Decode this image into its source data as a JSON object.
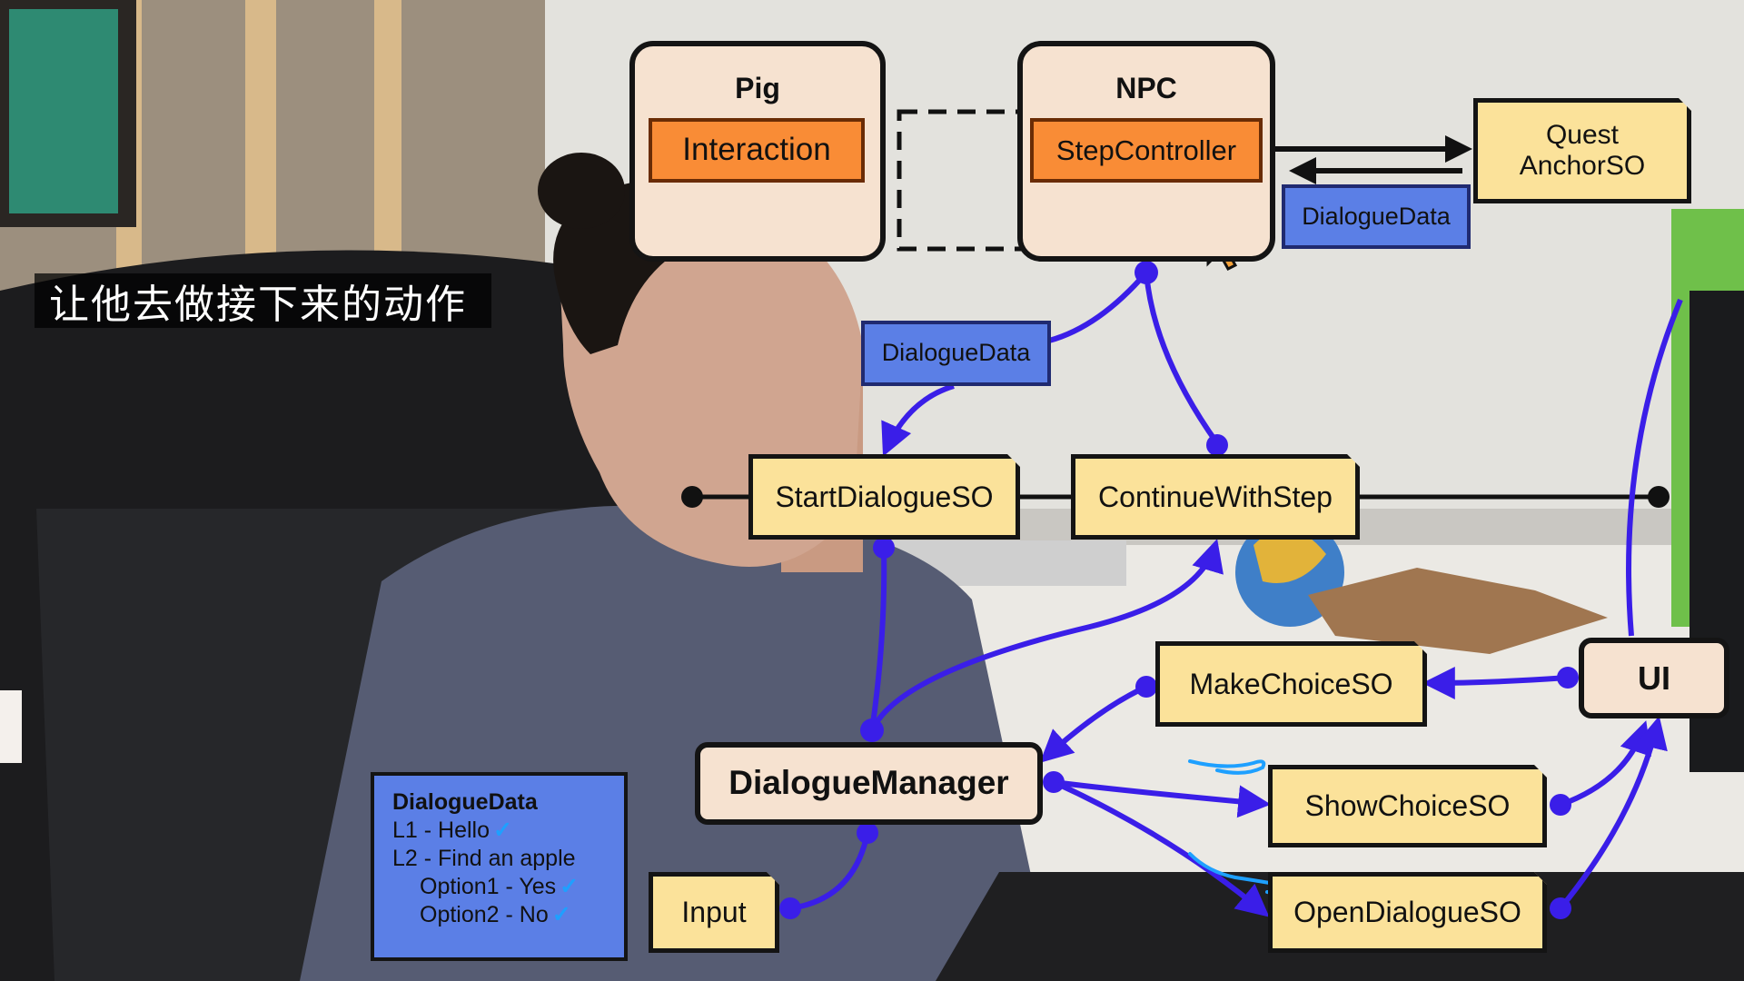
{
  "subtitle": "让他去做接下来的动作",
  "colors": {
    "wire": "#3a1ee8",
    "so_fill": "#fbe29a",
    "component_fill": "#f98c36",
    "data_fill": "#5b7fe6",
    "container_fill": "#f6e2d0",
    "annotation": "#1ea0ff"
  },
  "diagram": {
    "containers": {
      "pig": "Pig",
      "npc": "NPC"
    },
    "components": {
      "interaction": "Interaction",
      "step_controller": "StepController"
    },
    "quest_anchor": {
      "line1": "Quest",
      "line2": "AnchorSO"
    },
    "dialogue_data_right": "DialogueData",
    "dialogue_data_mid": "DialogueData",
    "start_dialogue": "StartDialogueSO",
    "continue_step": "ContinueWithStep",
    "make_choice": "MakeChoiceSO",
    "ui": "UI",
    "dialogue_manager": "DialogueManager",
    "show_choice": "ShowChoiceSO",
    "open_dialogue": "OpenDialogueSO",
    "input": "Input",
    "data_panel": {
      "title": "DialogueData",
      "l1": "L1 - Hello",
      "l2": "L2 - Find an apple",
      "opt1": "Option1 - Yes",
      "opt2": "Option2 - No"
    }
  }
}
